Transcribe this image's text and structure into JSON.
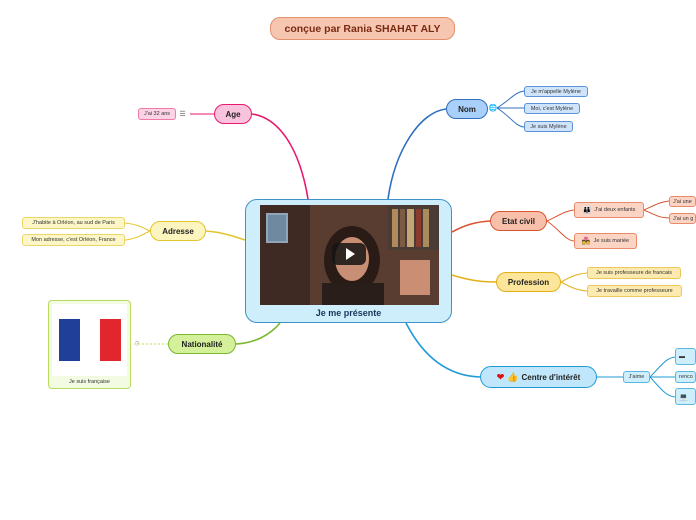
{
  "title": "conçue par Rania SHAHAT ALY",
  "center": {
    "label": "Je me présente",
    "video": "video-thumbnail"
  },
  "age": {
    "label": "Age",
    "leaf": "J'ai 32 ans",
    "note_icon": "note-icon"
  },
  "nom": {
    "label": "Nom",
    "icon": "globe-icon",
    "items": [
      "Je m'appelle Mylène",
      "Moi, c'est Mylène",
      "Je suis Mylène"
    ]
  },
  "adresse": {
    "label": "Adresse",
    "items": [
      "J'habite à Orléon, au sud de Paris",
      "Mon adresse, c'est Orléon, France"
    ]
  },
  "nationalite": {
    "label": "Nationalité",
    "caption": "Je suis française",
    "question": "?"
  },
  "etat_civil": {
    "label": "Etat civil",
    "children_node": "J'ai deux enfants",
    "children_items": [
      "J'ai une",
      "J'ai un g"
    ],
    "married": "Je suis mariée"
  },
  "profession": {
    "label": "Profession",
    "items": [
      "Je suis professeure de francais",
      "Je travaille comme professeure"
    ]
  },
  "centre": {
    "label": "Centre  d'intérêt",
    "jaime": "J'aime",
    "items": [
      "",
      "renco",
      ""
    ]
  },
  "colors": {
    "age": "#e8196e",
    "nom": "#2f6fbe",
    "adresse": "#e2c52a",
    "nationalite": "#7ab72a",
    "etat": "#d9532f",
    "profession": "#e3b01a",
    "centre": "#1f9ad6"
  }
}
